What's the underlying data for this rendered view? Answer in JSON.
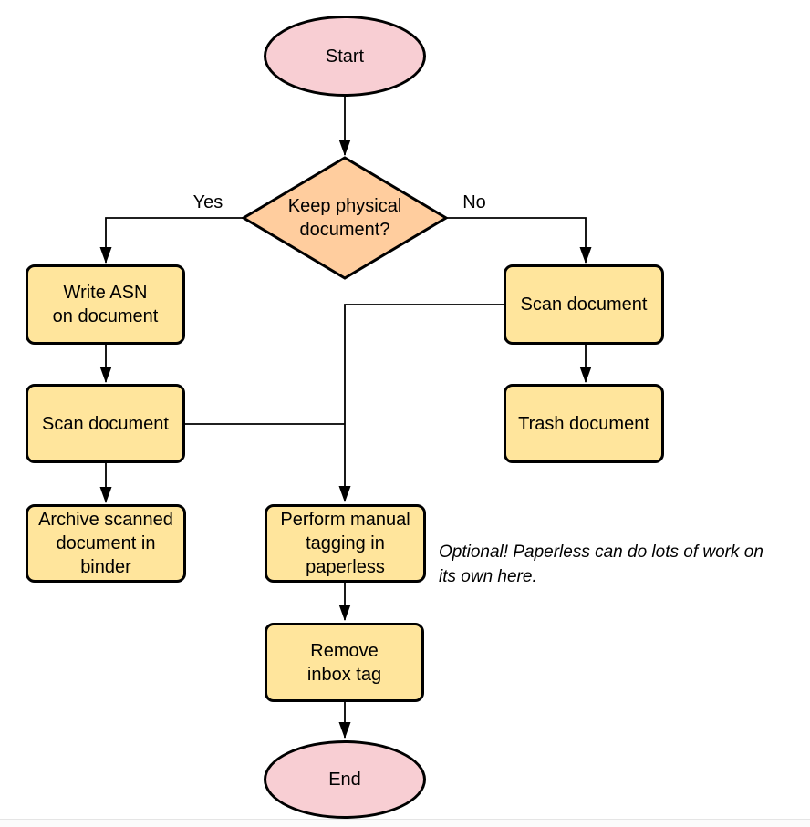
{
  "colors": {
    "background": "#ffffff",
    "terminator_fill": "#f8ced3",
    "decision_fill": "#ffcd9e",
    "process_fill": "#ffe59c",
    "stroke": "#000000"
  },
  "nodes": {
    "start": {
      "label": "Start",
      "shape": "terminator"
    },
    "decision": {
      "label": [
        "Keep physical",
        "document?"
      ],
      "shape": "decision"
    },
    "write_asn": {
      "label": [
        "Write ASN",
        "on document"
      ],
      "shape": "process"
    },
    "scan_left": {
      "label": "Scan document",
      "shape": "process"
    },
    "archive": {
      "label": [
        "Archive scanned",
        "document in",
        "binder"
      ],
      "shape": "process"
    },
    "scan_right": {
      "label": "Scan document",
      "shape": "process"
    },
    "trash": {
      "label": "Trash document",
      "shape": "process"
    },
    "tagging": {
      "label": [
        "Perform manual",
        "tagging in",
        "paperless"
      ],
      "shape": "process"
    },
    "remove_inbox": {
      "label": [
        "Remove",
        "inbox tag"
      ],
      "shape": "process"
    },
    "end": {
      "label": "End",
      "shape": "terminator"
    }
  },
  "edge_labels": {
    "yes": "Yes",
    "no": "No"
  },
  "edges": [
    {
      "from": "start",
      "to": "decision"
    },
    {
      "from": "decision",
      "to": "write_asn",
      "label": "Yes"
    },
    {
      "from": "decision",
      "to": "scan_right",
      "label": "No"
    },
    {
      "from": "write_asn",
      "to": "scan_left"
    },
    {
      "from": "scan_left",
      "to": "archive"
    },
    {
      "from": "scan_left",
      "to": "tagging"
    },
    {
      "from": "scan_right",
      "to": "trash"
    },
    {
      "from": "scan_right",
      "to": "tagging"
    },
    {
      "from": "tagging",
      "to": "remove_inbox"
    },
    {
      "from": "remove_inbox",
      "to": "end"
    }
  ],
  "annotation": {
    "text": [
      "Optional! Paperless can do lots of work on",
      "its own here."
    ]
  }
}
